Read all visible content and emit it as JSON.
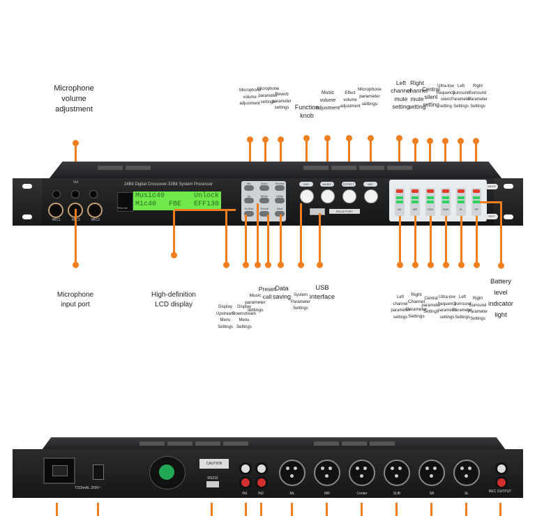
{
  "device": {
    "brand_label": "24Bit Digital Crossover-32Bit System Processor",
    "jack_labels": [
      "MIC1",
      "MIC2",
      "MIC3"
    ],
    "vol_label": "Vol",
    "remote_label": "Remote",
    "lcd_line1_left": "Music40",
    "lcd_line1_right": "Unlock",
    "lcd_line2_left": "Mic40",
    "lcd_line2_mid": "FBE",
    "lcd_line2_right": "EFF130",
    "keypad_top": [
      "Mic",
      "Echo",
      "Reverb"
    ],
    "keypad_mid": [
      "Up",
      "Music",
      "Utility"
    ],
    "keypad_bottom": [
      "Dn/Esc",
      "Recall",
      "Save"
    ],
    "function_keys": [
      "MIC",
      "MUSIC",
      "EFFECT",
      "MIC"
    ],
    "usb_label": "RS232 PORT",
    "meter_labels": [
      "ML",
      "MR",
      "CEN",
      "SUB",
      "SL",
      "SR"
    ],
    "mute_label": "MUTE",
    "edit_label": "EDIT",
    "colors": {
      "lead": "#f07e1e",
      "lcd": "#6fe84a"
    }
  },
  "labels_top": {
    "mic_volume": "Microphone\nvolume\nadjustment",
    "mic_vol_adj": "Microphone\nvolume\nadjustment",
    "mic_param": "Microphone\nparameter\nsettings",
    "reverb_param": "Reverb\nparameter\nsettings",
    "function_knob": "Function\nknob",
    "music_volume": "Music\nvolume\nadjustment",
    "effect_volume": "Effect\nvolume\nadjustment",
    "mic_param_settings": "Microphone\nparameter\nsettings",
    "left_mute": "Left\nchannel\nmute\nsetting",
    "right_mute": "Right\nchannel\nmute\nsetting",
    "central_silent": "Central\nsilent\nsetting",
    "ultra_low_silent": "Ultra-low\nfrequency\nsilent\nsetting",
    "left_surround": "Left\nSurround\nParameter\nSettings",
    "right_surround": "Right\nSurround\nParameter\nSettings"
  },
  "labels_bottom": {
    "mic_input": "Microphone\ninput port",
    "lcd_display": "High-definition\nLCD display",
    "display_up": "Display\nUpstream\nMenu\nSettings",
    "display_down": "Display\nDownstream\nMenu\nSettings",
    "music_param": "Music\nparameter\nsettings",
    "preset_call": "Preset\ncall",
    "data_saving": "Data\nsaving",
    "system_param": "System\nParameter\nSettings",
    "usb_interface": "USB\ninterface",
    "left_param": "Left\nchannel\nparameter\nsettings",
    "right_param": "Right\nChannel\nParameter\nSettings",
    "central_param": "Central\nparameter\nSettings",
    "ultra_low_param": "Ultra-low\nfrequency\nparameter\nsettings",
    "left_surround_param": "Left\nSurround\nParameter\nSettings",
    "right_surround_param": "Right\nSurround\nParameter\nSettings",
    "battery_level": "Battery\nlevel\nindicator\nlight"
  },
  "back": {
    "fuse_label": "T315mAL\n250V~",
    "caution_label": "CAUTION",
    "rs232_label": "RS232",
    "inputs": [
      "IN1",
      "IN2"
    ],
    "outputs": [
      "ML",
      "MR",
      "Center",
      "SUB",
      "SR",
      "SL"
    ],
    "rec_output": "REC\nOUTPUT"
  }
}
